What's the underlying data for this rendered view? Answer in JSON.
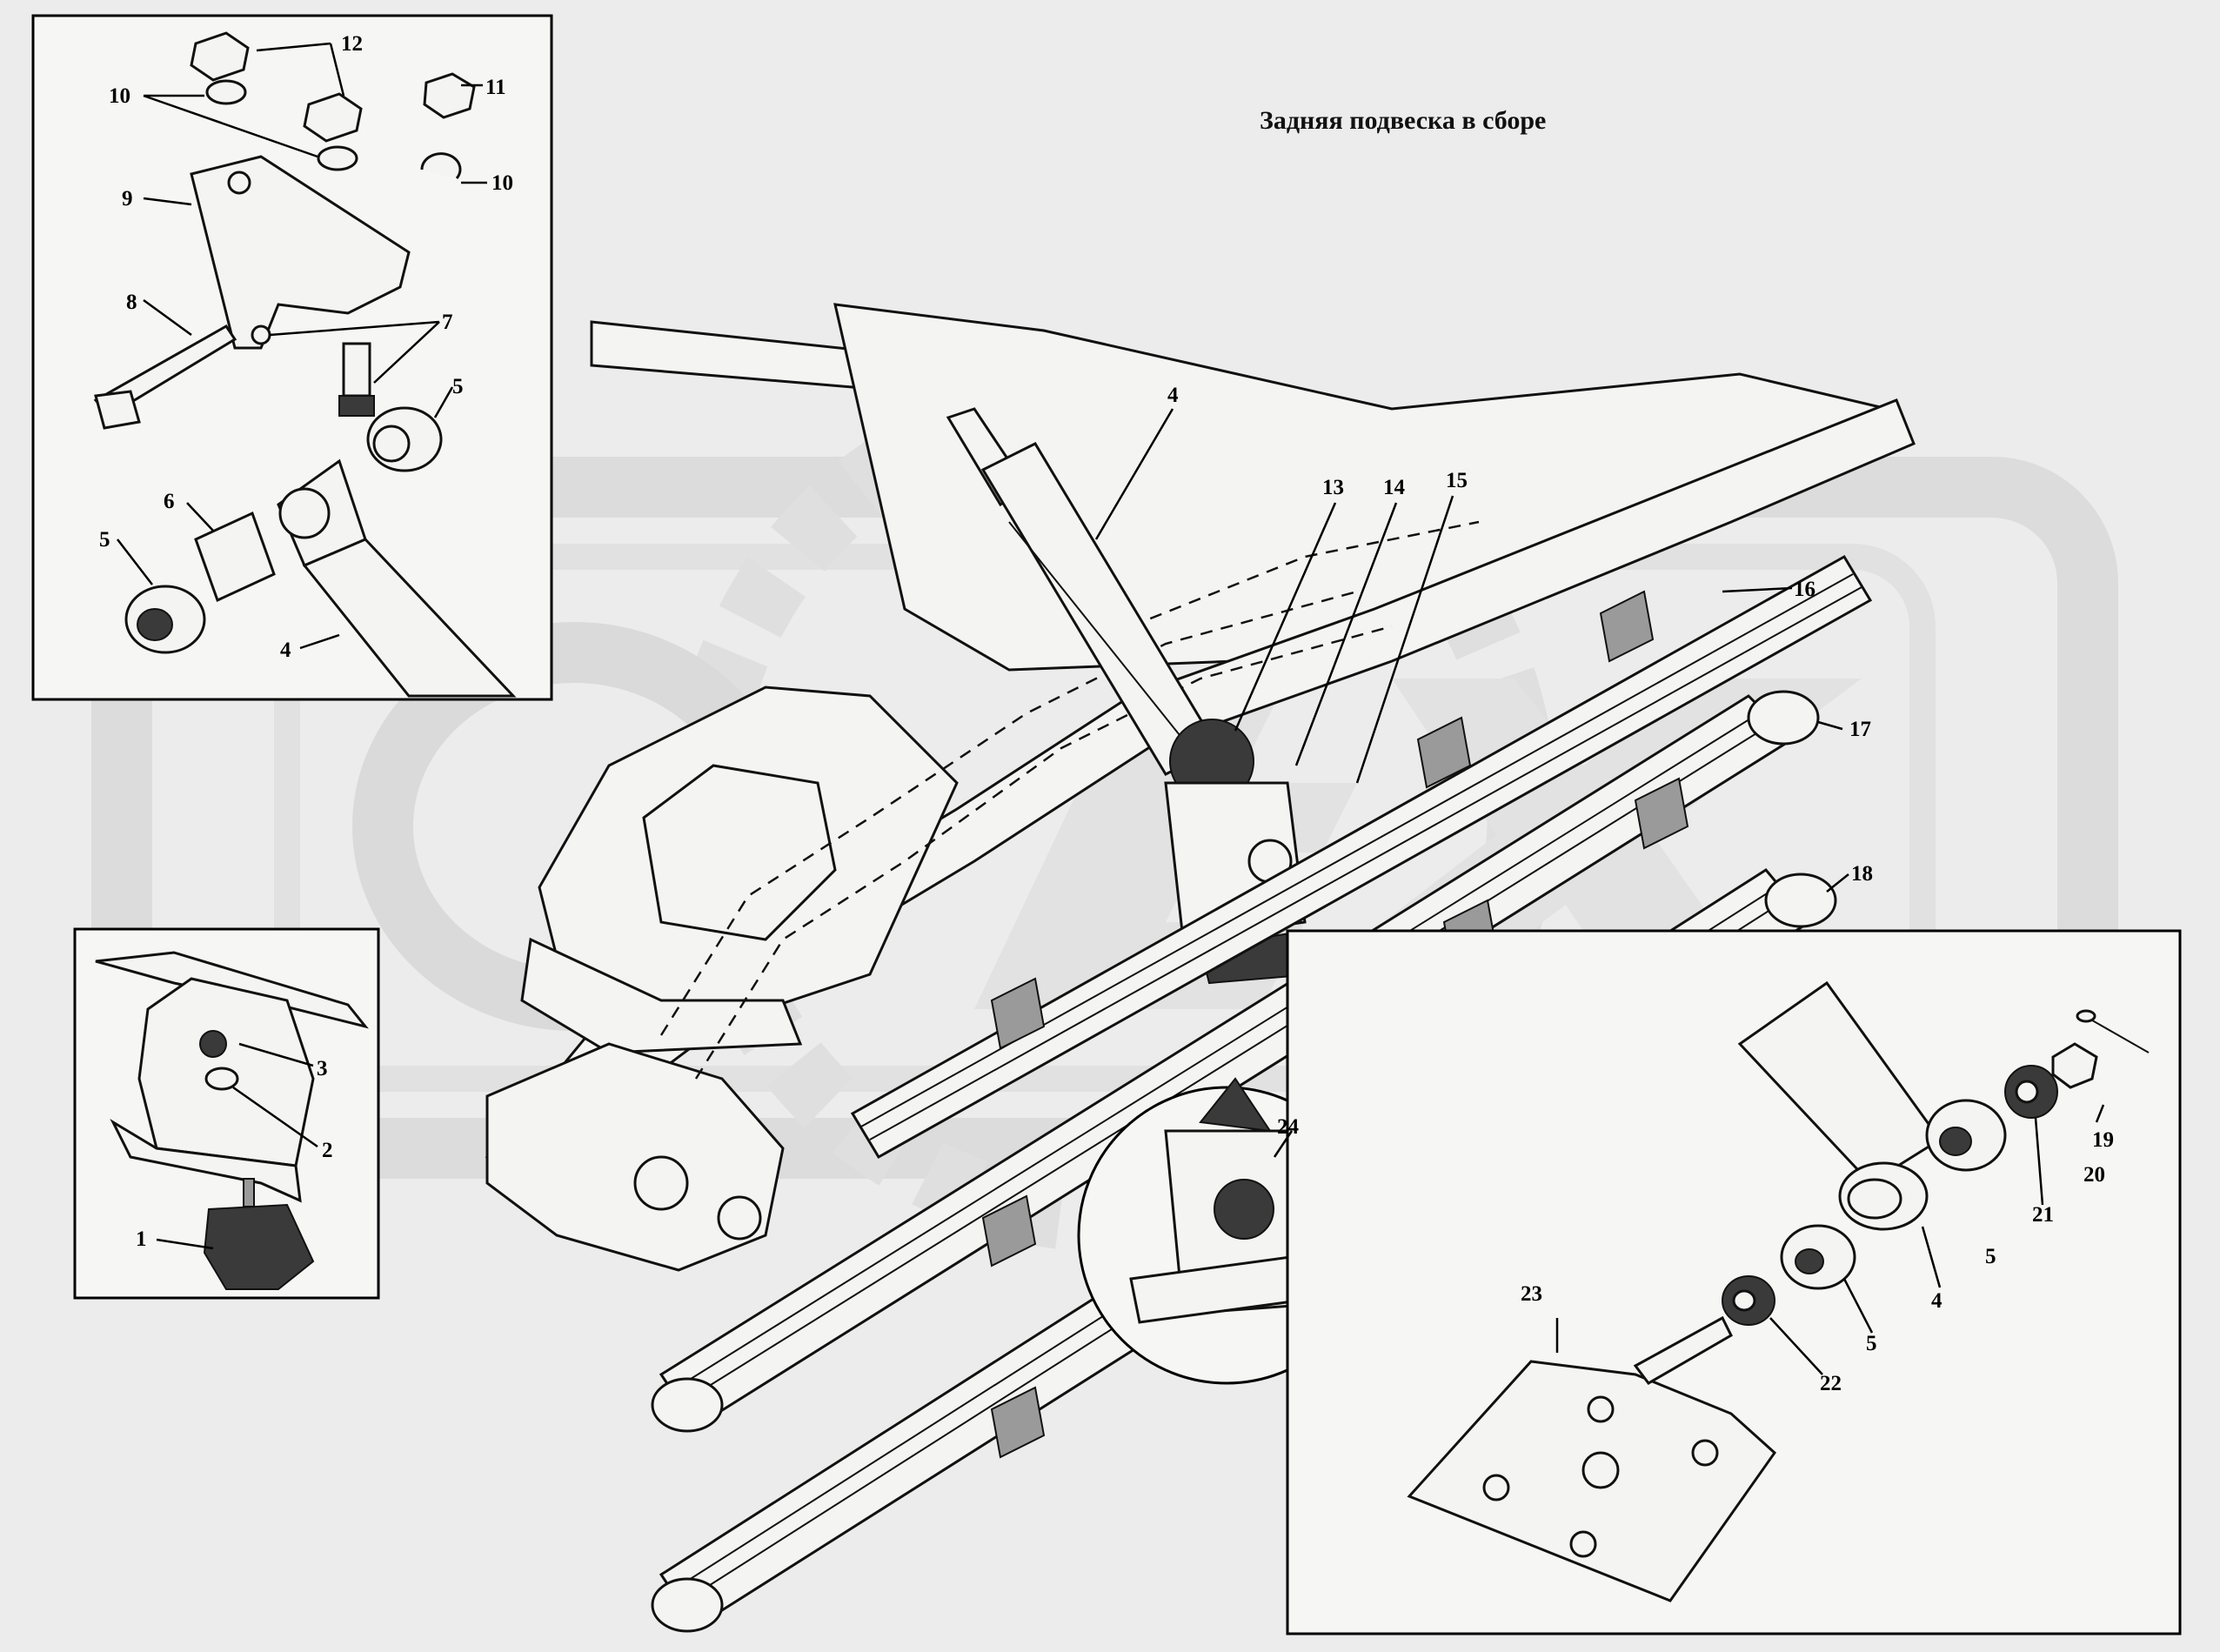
{
  "title": "Задняя подвеска в сборе",
  "watermark": {
    "text": "OPEX",
    "color": "#d4d4d4"
  },
  "colors": {
    "background": "#ececec",
    "ink": "#111111",
    "panel": "#f6f6f4"
  },
  "callouts": {
    "n1": "1",
    "n2": "2",
    "n3": "3",
    "n4a": "4",
    "n4b": "4",
    "n4c": "4",
    "n5a": "5",
    "n5b": "5",
    "n5c": "5",
    "n5d": "5",
    "n6": "6",
    "n7": "7",
    "n8": "8",
    "n9": "9",
    "n10a": "10",
    "n10b": "10",
    "n11": "11",
    "n12": "12",
    "n13": "13",
    "n14": "14",
    "n15": "15",
    "n16": "16",
    "n17": "17",
    "n18": "18",
    "n19": "19",
    "n20": "20",
    "n21": "21",
    "n22": "22",
    "n23": "23",
    "n24": "24"
  }
}
